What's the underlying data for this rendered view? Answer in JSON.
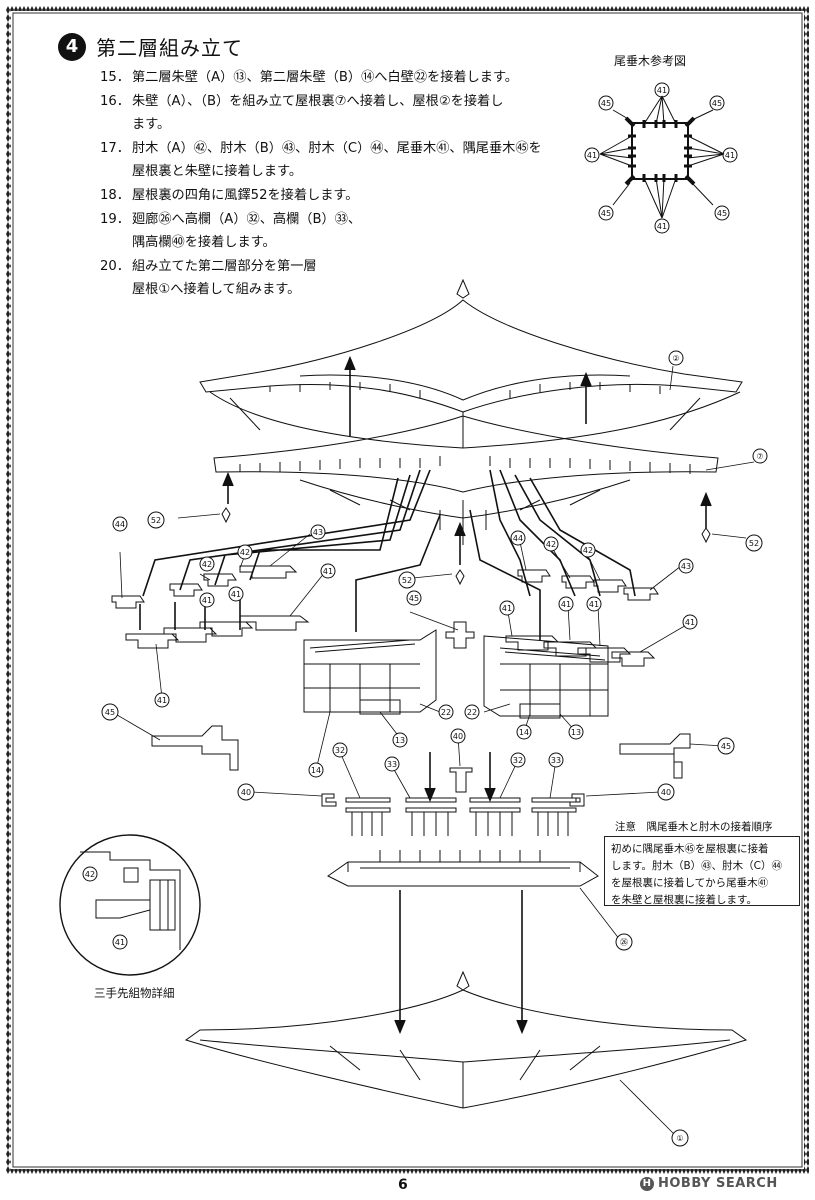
{
  "step": {
    "number": "4",
    "title": "第二層組み立て"
  },
  "instructions": [
    {
      "num": "15．",
      "text": "第二層朱壁（A）⑬、第二層朱壁（B）⑭へ白壁㉒を接着します。"
    },
    {
      "num": "16．",
      "text": "朱壁（A）、（B）を組み立て屋根裏⑦へ接着し、屋根②を接着し"
    },
    {
      "num": "",
      "text": "ます。"
    },
    {
      "num": "17．",
      "text": "肘木（A）㊷、肘木（B）㊸、肘木（C）㊹、尾垂木㊶、隅尾垂木㊺を"
    },
    {
      "num": "",
      "text": "屋根裏と朱壁に接着します。"
    },
    {
      "num": "18．",
      "text": "屋根裏の四角に風鐸52を接着します。"
    },
    {
      "num": "19．",
      "text": "廻廊㉖へ高欄（A）㉜、高欄（B）㉝、"
    },
    {
      "num": "",
      "text": "隅高欄㊵を接着します。"
    },
    {
      "num": "20．",
      "text": "組み立てた第二層部分を第一層"
    },
    {
      "num": "",
      "text": "屋根①へ接着して組みます。"
    }
  ],
  "reference": {
    "title": "尾垂木参考図",
    "top": "41",
    "corner": "45",
    "side": "41",
    "bottom": "41"
  },
  "labels": {
    "l2": "②",
    "l7": "⑦",
    "l52a": "52",
    "l52b": "52",
    "l52c": "52",
    "l44a": "44",
    "l43a": "43",
    "l42a": "42",
    "l42b": "42",
    "l41a": "41",
    "l41b": "41",
    "l41c": "41",
    "l44b": "44",
    "l42c": "42",
    "l42d": "42",
    "l43b": "43",
    "l41d": "41",
    "l41e": "41",
    "l41f": "41",
    "l41g": "41",
    "l45a": "45",
    "l45b": "45",
    "l45c": "45",
    "l22a": "22",
    "l22b": "22",
    "l13a": "13",
    "l13b": "13",
    "l14a": "14",
    "l14b": "14",
    "l40a": "40",
    "l40b": "40",
    "l40c": "40",
    "l32a": "32",
    "l33a": "33",
    "l32b": "32",
    "l33b": "33",
    "l26": "㉖",
    "l1": "①",
    "d42": "42",
    "d41": "41"
  },
  "note": {
    "label": "注意　隅尾垂木と肘木の接着順序",
    "lines": [
      "初めに隅尾垂木㊺を屋根裏に接着",
      "します。肘木（B）㊸、肘木（C）㊹",
      "を屋根裏に接着してから尾垂木㊶",
      "を朱壁と屋根裏に接着します。"
    ]
  },
  "detail": {
    "caption": "三手先組物詳細"
  },
  "page_number": "6",
  "watermark": {
    "text": "HOBBY SEARCH",
    "logo": "H"
  }
}
